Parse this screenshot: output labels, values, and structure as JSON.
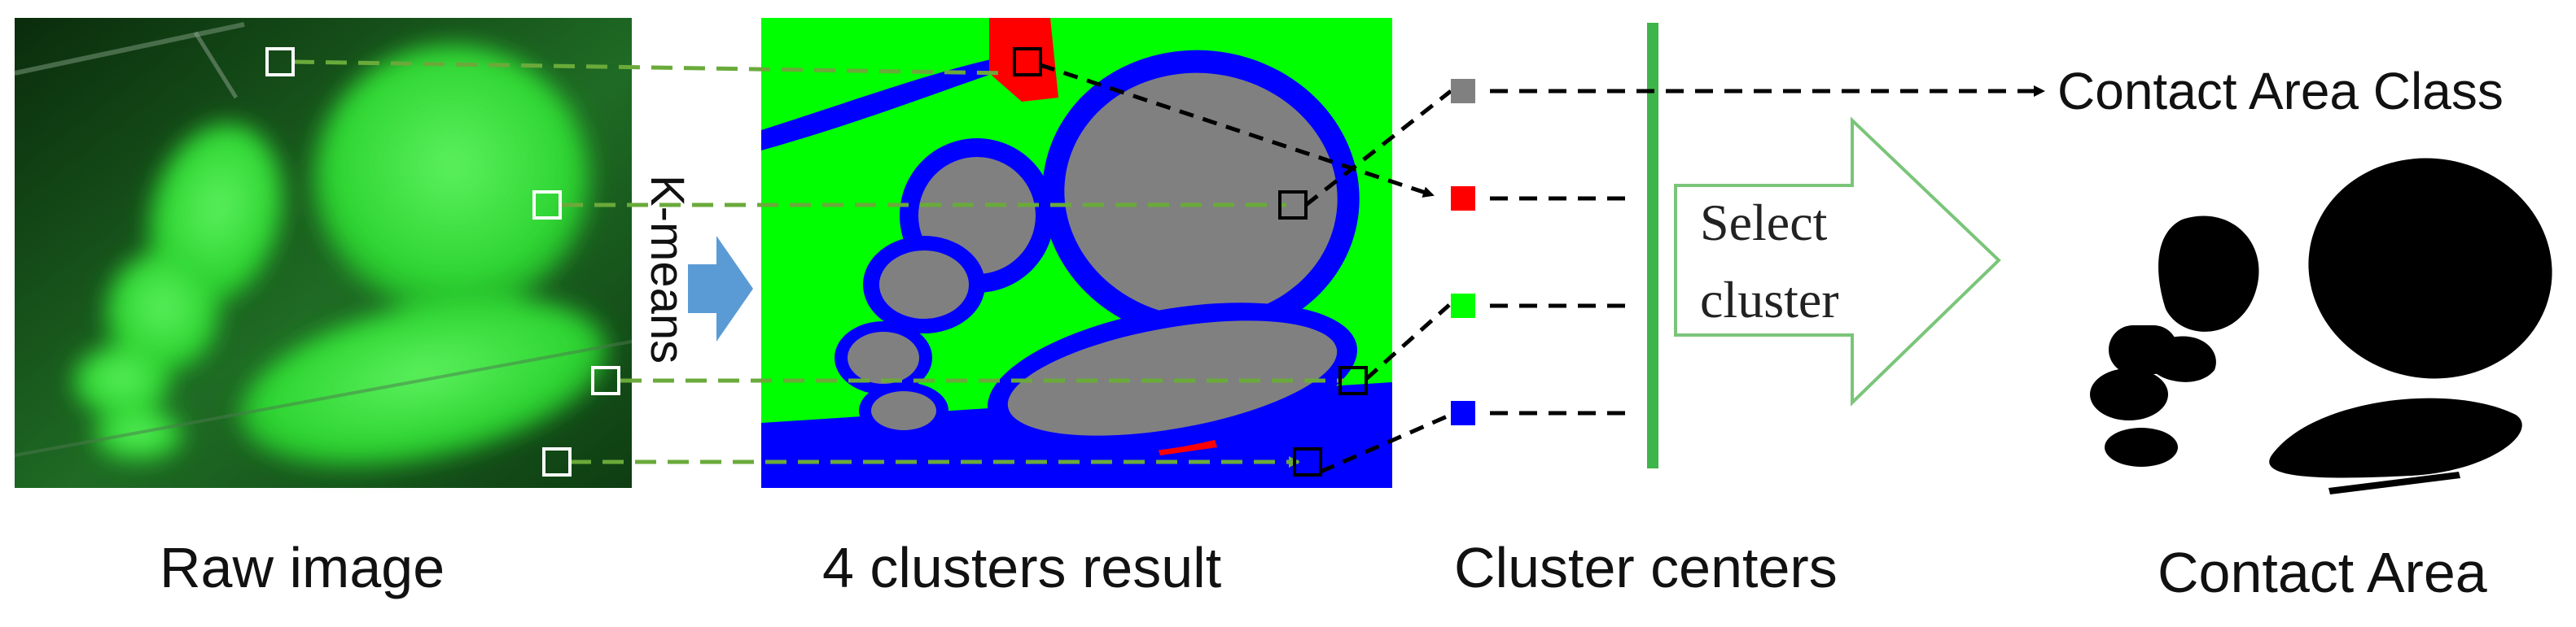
{
  "captions": {
    "raw_image": "Raw image",
    "clusters_result": "4 clusters result",
    "cluster_centers": "Cluster centers",
    "contact_area": "Contact Area"
  },
  "kmeans_label": "K-means",
  "select_cluster": {
    "line1": "Select",
    "line2": "cluster"
  },
  "contact_area_class": "Contact Area Class",
  "cluster_colors": [
    "#808080",
    "#ff0000",
    "#00ff00",
    "#0000ff"
  ],
  "colors": {
    "link_green": "#6aaa3a",
    "bar_green": "#3db54a",
    "kmeans_arrow": "#5b9bd5",
    "select_arrow": "#7ac57a",
    "raw_bg": "#0e3d12",
    "raw_blob": "#36e03a"
  }
}
